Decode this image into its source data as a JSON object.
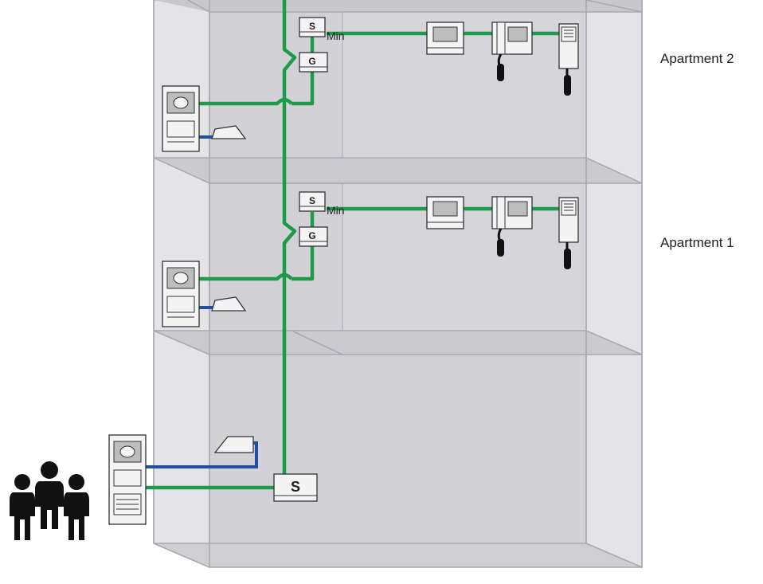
{
  "labels": {
    "apartment_2": "Apartment 2",
    "apartment_1": "Apartment 1",
    "supply_short": "S",
    "gateway_short": "G",
    "min_label": "Min",
    "main_supply": "S"
  },
  "colors": {
    "bus_wire": "#1f9a4a",
    "lock_wire": "#1f4fa0",
    "building_front": "#d4d4d8",
    "building_side": "#e6e6ea",
    "building_edge": "#a8a8b0",
    "device_fill": "#f4f4f4",
    "device_stroke": "#333333",
    "people": "#111111"
  },
  "icons": [
    "door-station-icon",
    "door-lock-icon",
    "video-monitor-icon",
    "video-intercom-icon",
    "audio-handset-icon",
    "people-icon"
  ]
}
